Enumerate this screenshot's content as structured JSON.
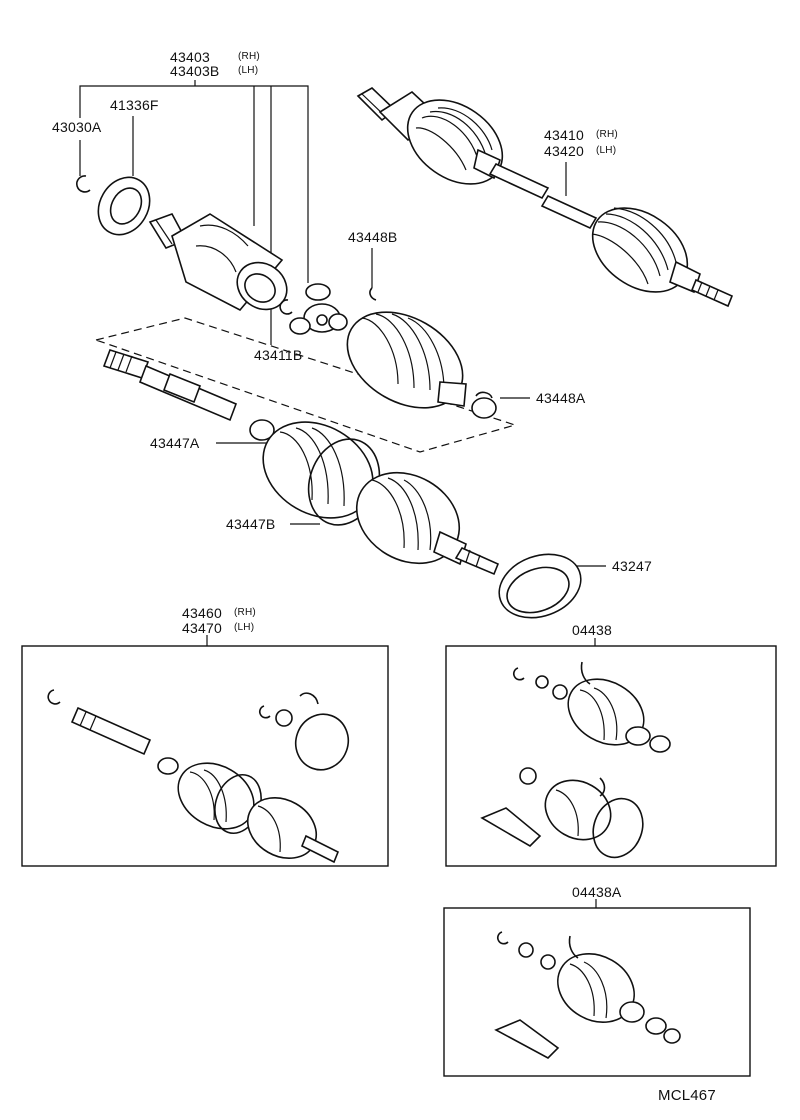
{
  "labels": {
    "p43403": "43403",
    "p43403b": "43403B",
    "rh1": "(RH)",
    "lh1": "(LH)",
    "p43030a": "43030A",
    "p41336f": "41336F",
    "p43410": "43410",
    "p43420": "43420",
    "rh2": "(RH)",
    "lh2": "(LH)",
    "p43448b": "43448B",
    "p43411b": "43411B",
    "p43448a": "43448A",
    "p43447a": "43447A",
    "p43447b": "43447B",
    "p43247": "43247",
    "p43460": "43460",
    "p43470": "43470",
    "rh3": "(RH)",
    "lh3": "(LH)",
    "p04438": "04438",
    "p04438a": "04438A",
    "diagram_code": "MCL467"
  }
}
